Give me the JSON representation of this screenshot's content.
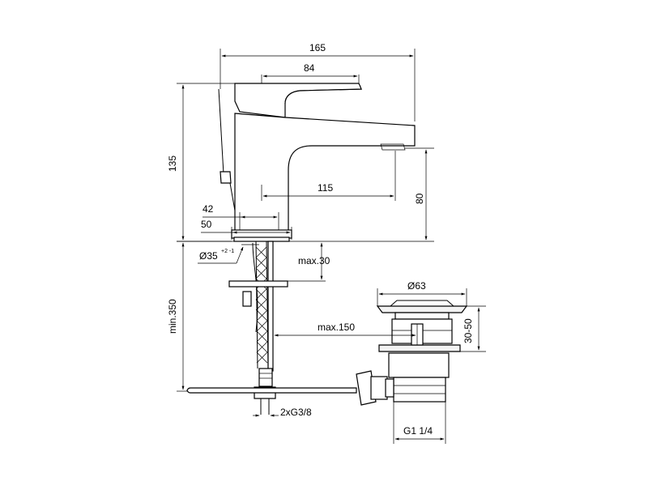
{
  "diagram": {
    "dims": {
      "w165": "165",
      "w84": "84",
      "h135": "135",
      "d115": "115",
      "h80": "80",
      "d42": "42",
      "d50": "50",
      "dia35": "Ø35",
      "dia35_tol": "+2 -1",
      "max30": "max.30",
      "min350": "min.350",
      "max150": "max.150",
      "dia63": "Ø63",
      "r3050": "30-50",
      "g38": "2xG3/8",
      "g114": "G1 1/4"
    }
  }
}
